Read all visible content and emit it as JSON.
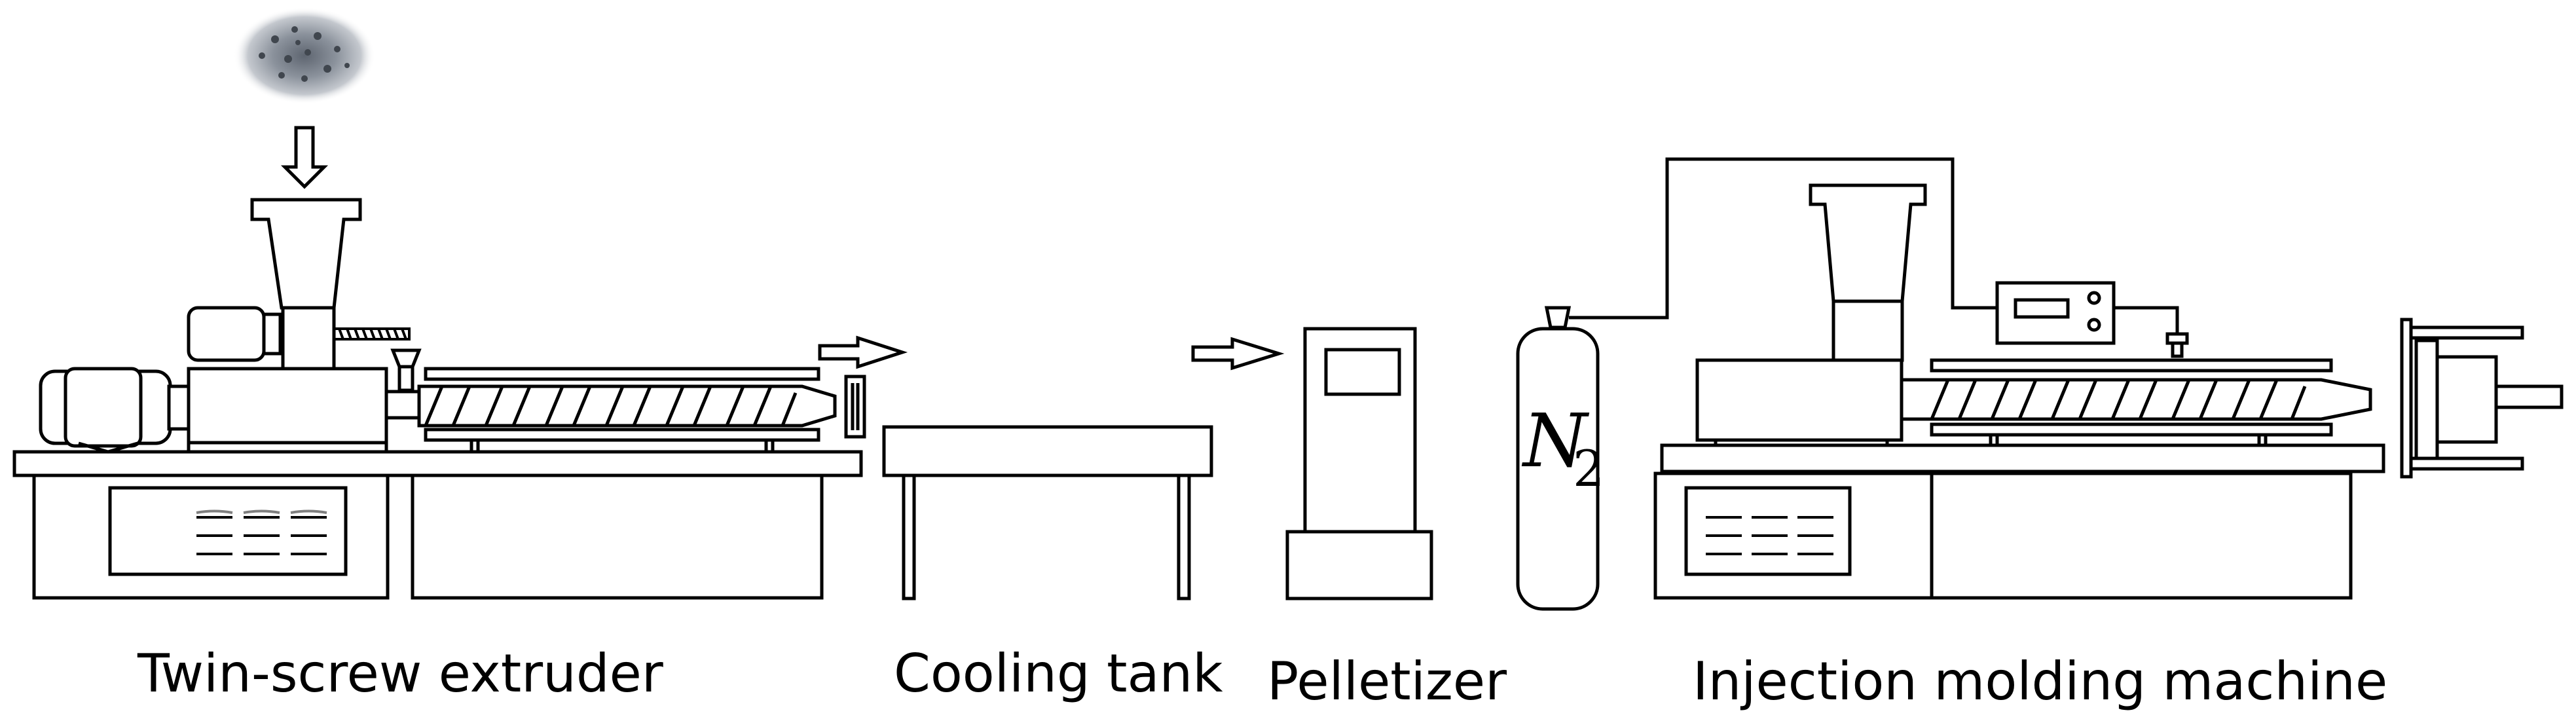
{
  "labels": {
    "extruder": "Twin-screw extruder",
    "cooling_tank": "Cooling tank",
    "pelletizer": "Pelletizer",
    "injection": "Injection molding machine"
  },
  "gas": {
    "symbol": "N",
    "subscript": "2"
  }
}
